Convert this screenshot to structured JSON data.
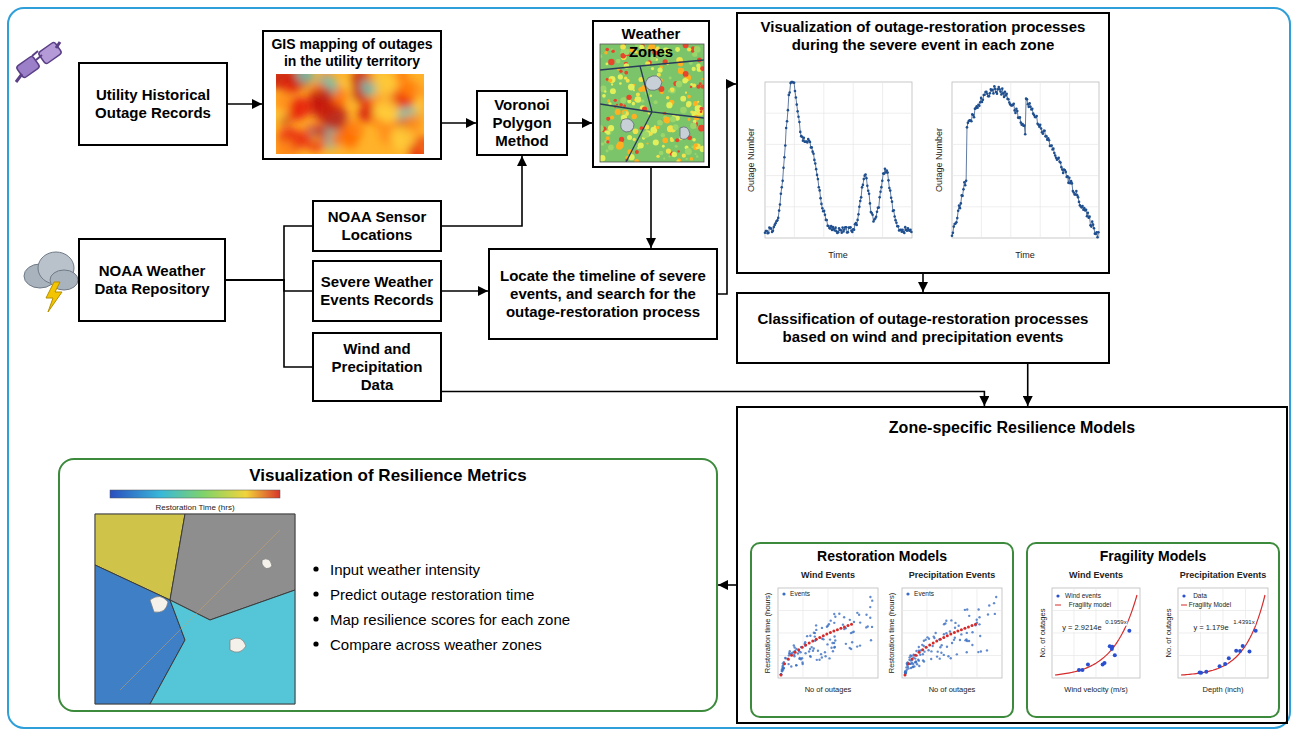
{
  "diagram": {
    "nodes": [
      {
        "text": [
          "Utility Historical Outage Records"
        ]
      },
      {
        "text": [
          "GIS mapping of outages in the utility territory"
        ]
      },
      {
        "text": [
          "Voronoi Polygon Method"
        ]
      },
      {
        "text": [
          "Weather Zones"
        ]
      },
      {
        "text": [
          "Visualization of outage-restoration processes during the severe event in each zone"
        ]
      },
      {
        "text": [
          "NOAA Weather Data Repository"
        ]
      },
      {
        "text": [
          "NOAA Sensor Locations"
        ]
      },
      {
        "text": [
          "Severe Weather Events Records"
        ]
      },
      {
        "text": [
          "Wind and Precipitation Data"
        ]
      },
      {
        "text": [
          "Locate the timeline of severe events, and search for the outage-restoration process"
        ]
      },
      {
        "text": [
          "Classification of outage-restoration processes based on wind and precipitation events"
        ]
      },
      {
        "text": [
          "Zone-specific Resilience Models"
        ]
      },
      {
        "text": [
          "Restoration Models"
        ],
        "in": 11
      },
      {
        "text": [
          "Fragility Models"
        ],
        "in": 11
      },
      {
        "text": [
          "Visualization of Resilience Metrics",
          "Input weather intensity",
          "Predict outage restoration time",
          "Map resilience scores for each zone",
          "Compare across weather zones"
        ]
      }
    ],
    "edges": [
      {
        "from": 0,
        "to": 1,
        "arrow": "to"
      },
      {
        "from": 1,
        "to": 2,
        "arrow": "to"
      },
      {
        "from": 2,
        "to": 3,
        "arrow": "to"
      },
      {
        "from": 6,
        "to": 2,
        "arrow": "to"
      },
      {
        "from": 5,
        "to": 6,
        "arrow": "none"
      },
      {
        "from": 5,
        "to": 7,
        "arrow": "none"
      },
      {
        "from": 5,
        "to": 8,
        "arrow": "none"
      },
      {
        "from": 3,
        "to": 9,
        "arrow": "to"
      },
      {
        "from": 7,
        "to": 9,
        "arrow": "to"
      },
      {
        "from": 9,
        "to": 4,
        "arrow": "to"
      },
      {
        "from": 4,
        "to": 10,
        "arrow": "to"
      },
      {
        "from": 8,
        "to": 11,
        "arrow": "to"
      },
      {
        "from": 10,
        "to": 11,
        "arrow": "to"
      },
      {
        "from": 11,
        "to": 14,
        "arrow": "to"
      }
    ],
    "labels": [
      "Outage Number",
      "Time",
      "Outage Number",
      "Time",
      "Wind Events",
      "Precipitation Events",
      "Restoration time (hours)",
      "No of outages",
      "Restoration time (hours)",
      "No of outages",
      "Events",
      "Events",
      "Wind Events",
      "Precipitation Events",
      "No. of outages",
      "Wind velocity (m/s)",
      "No. of outages",
      "Depth (inch)",
      "y = 2.9214e",
      "0.1959x",
      "y = 1.179e",
      "1.4391x",
      "Wind events",
      "Fragility model",
      "Data",
      "Fragility Model",
      "Restoration Time (hrs)"
    ]
  }
}
